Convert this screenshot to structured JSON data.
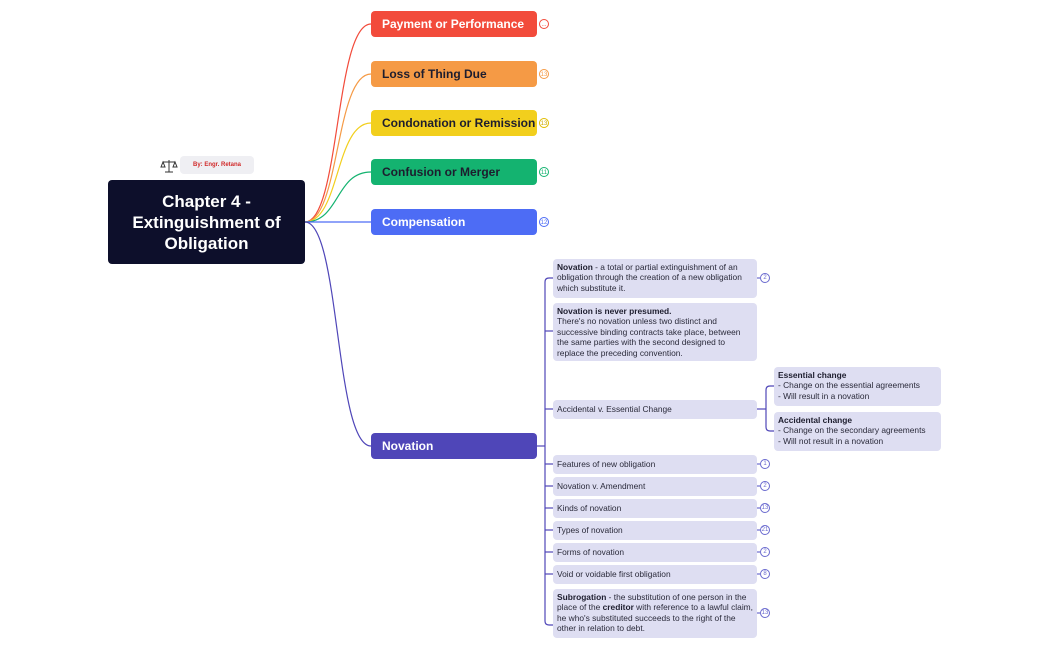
{
  "root": {
    "title": "Chapter 4 - Extinguishment of Obligation"
  },
  "author": {
    "label": "By: Engr. Retana",
    "icon": "scale-icon"
  },
  "colors": {
    "root": "#0d0f2b",
    "payment": "#f24b3b",
    "loss": "#f59a45",
    "condonation": "#f2cf1d",
    "confusion": "#14b370",
    "compensation": "#4d6cf5",
    "novation": "#4f46b8",
    "sub_bg": "#dedef2"
  },
  "branches": [
    {
      "label": "Payment or Performance",
      "badge": "..."
    },
    {
      "label": "Loss of Thing Due",
      "badge": "13"
    },
    {
      "label": "Condonation or Remission",
      "badge": "13"
    },
    {
      "label": "Confusion or Merger",
      "badge": "11"
    },
    {
      "label": "Compensation",
      "badge": "12"
    },
    {
      "label": "Novation"
    }
  ],
  "novation": {
    "definition": {
      "term": "Novation",
      "text": " - a total or partial extinguishment of an obligation through the creation of a new obligation which substitute it.",
      "badge": "2"
    },
    "presumption": {
      "term": "Novation is never presumed.",
      "text": "There's no novation unless two distinct and successive binding contracts take place, between the same parties with the second designed to replace the preceding convention."
    },
    "accidental_essential": {
      "label": "Accidental v. Essential Change",
      "essential": {
        "title": "Essential change",
        "lines": [
          "- Change on the essential agreements",
          "- Will result in a novation"
        ]
      },
      "accidental": {
        "title": "Accidental change",
        "lines": [
          "- Change on the secondary agreements",
          "- Will not result in a novation"
        ]
      }
    },
    "items": [
      {
        "label": "Features of new obligation",
        "badge": "1"
      },
      {
        "label": "Novation v. Amendment",
        "badge": "2"
      },
      {
        "label": "Kinds of novation",
        "badge": "13"
      },
      {
        "label": "Types of novation",
        "badge": "21"
      },
      {
        "label": "Forms of novation",
        "badge": "2"
      },
      {
        "label": "Void or voidable first obligation",
        "badge": "8"
      }
    ],
    "subrogation": {
      "term": "Subrogation",
      "text_a": " - the substitution of one person in the place of the ",
      "bold": "creditor",
      "text_b": " with reference to a lawful claim, he who's substituted succeeds to the right of the other in relation to debt.",
      "badge": "13"
    }
  }
}
